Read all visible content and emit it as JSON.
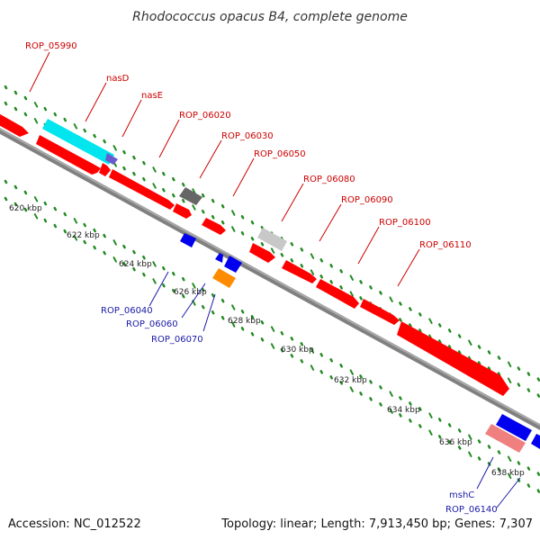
{
  "title": "Rhodococcus opacus B4, complete genome",
  "footer": {
    "accession": "Accession: NC_012522",
    "topology": "Topology: linear; Length: 7,913,450 bp; Genes: 7,307"
  },
  "ticks": [
    "620 kbp",
    "622 kbp",
    "624 kbp",
    "626 kbp",
    "628 kbp",
    "630 kbp",
    "632 kbp",
    "634 kbp",
    "636 kbp",
    "638 kbp"
  ],
  "forward_labels": [
    "ROP_05990",
    "nasD",
    "nasE",
    "ROP_06020",
    "ROP_06030",
    "ROP_06050",
    "ROP_06080",
    "ROP_06090",
    "ROP_06100",
    "ROP_06110"
  ],
  "reverse_labels": [
    "ROP_06040",
    "ROP_06060",
    "ROP_06070",
    "mshC",
    "ROP_06140"
  ],
  "colors": {
    "forward_gene": "#ff0000",
    "reverse_gene": "#0000ee",
    "rrna_cyan": "#00e5ee",
    "gray_gene": "#666666",
    "light_gray_gene": "#c8c8c8",
    "orange_gene": "#ff8c00",
    "pink_gene": "#f08080",
    "small_purple": "#6a5acd",
    "backbone": "#808080",
    "tick_dots": "#228b22",
    "forward_label": "#cc0000",
    "reverse_label": "#1a1aa6"
  }
}
